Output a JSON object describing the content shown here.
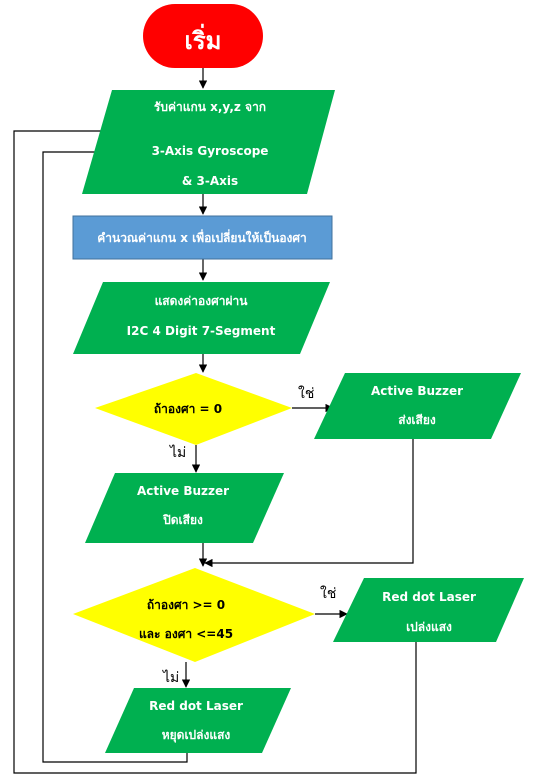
{
  "colors": {
    "terminator": "#ff0000",
    "io": "#00b050",
    "process": "#5b9bd5",
    "decision": "#ffff00",
    "line": "#000000"
  },
  "start": {
    "label": "เริ่ม"
  },
  "read_axes": {
    "line1": "รับค่าแกน x,y,z จาก",
    "line2": "3-Axis Gyroscope",
    "line3": "& 3-Axis"
  },
  "compute": {
    "label": "คำนวณค่าแกน x เพื่อเปลี่ยนให้เป็นองศา"
  },
  "display": {
    "line1": "แสดงค่าองศาผ่าน",
    "line2": "I2C 4 Digit 7-Segment"
  },
  "decision1": {
    "label": "ถ้าองศา = 0",
    "yes": "ใช่",
    "no": "ไม่"
  },
  "buzzer_on": {
    "line1": "Active Buzzer",
    "line2": "ส่งเสียง"
  },
  "buzzer_off": {
    "line1": "Active Buzzer",
    "line2": "ปิดเสียง"
  },
  "decision2": {
    "line1": "ถ้าองศา >= 0",
    "line2": "และ องศา <=45",
    "yes": "ใช่",
    "no": "ไม่"
  },
  "laser_on": {
    "line1": "Red dot Laser",
    "line2": "เปล่งแสง"
  },
  "laser_off": {
    "line1": "Red dot Laser",
    "line2": "หยุดเปล่งแสง"
  }
}
